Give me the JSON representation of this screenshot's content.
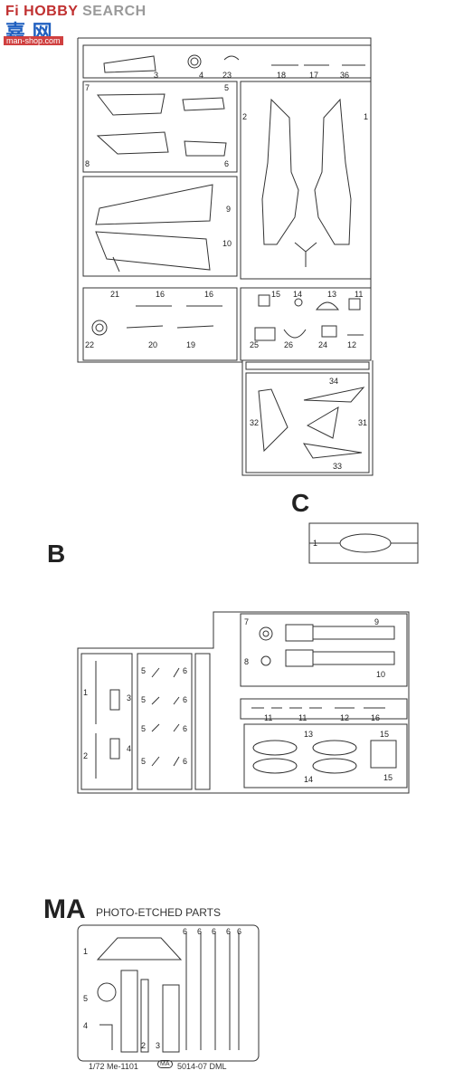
{
  "watermark": {
    "brand_a": "HOBBY",
    "brand_b": " SEARCH",
    "brand_prefix": "Fi ",
    "cn_logo": "嘉 网",
    "url": "man-shop.com"
  },
  "sprue_a": {
    "parts": [
      "3",
      "4",
      "23",
      "18",
      "17",
      "36",
      "7",
      "5",
      "8",
      "6",
      "2",
      "1",
      "9",
      "10",
      "21",
      "16",
      "16",
      "15",
      "14",
      "13",
      "11",
      "22",
      "20",
      "19",
      "25",
      "26",
      "24",
      "12",
      "34",
      "32",
      "31",
      "33"
    ]
  },
  "sprue_c": {
    "letter": "C",
    "parts": [
      "1"
    ]
  },
  "sprue_b": {
    "letter": "B",
    "parts": [
      "7",
      "9",
      "8",
      "10",
      "11",
      "11",
      "12",
      "16",
      "13",
      "15",
      "14",
      "15",
      "1",
      "3",
      "2",
      "4",
      "5",
      "6",
      "5",
      "6",
      "5",
      "6",
      "5",
      "6"
    ]
  },
  "sprue_ma": {
    "letter": "MA",
    "title": "PHOTO-ETCHED PARTS",
    "footer": "1/72  Me-1101",
    "badge": "MA",
    "code": "5014-07  DML",
    "parts": [
      "1",
      "5",
      "4",
      "2",
      "3",
      "6",
      "6",
      "6",
      "6",
      "6"
    ]
  },
  "colors": {
    "line": "#333333",
    "watermark_red": "#c03030",
    "watermark_blue": "#2060c0"
  }
}
